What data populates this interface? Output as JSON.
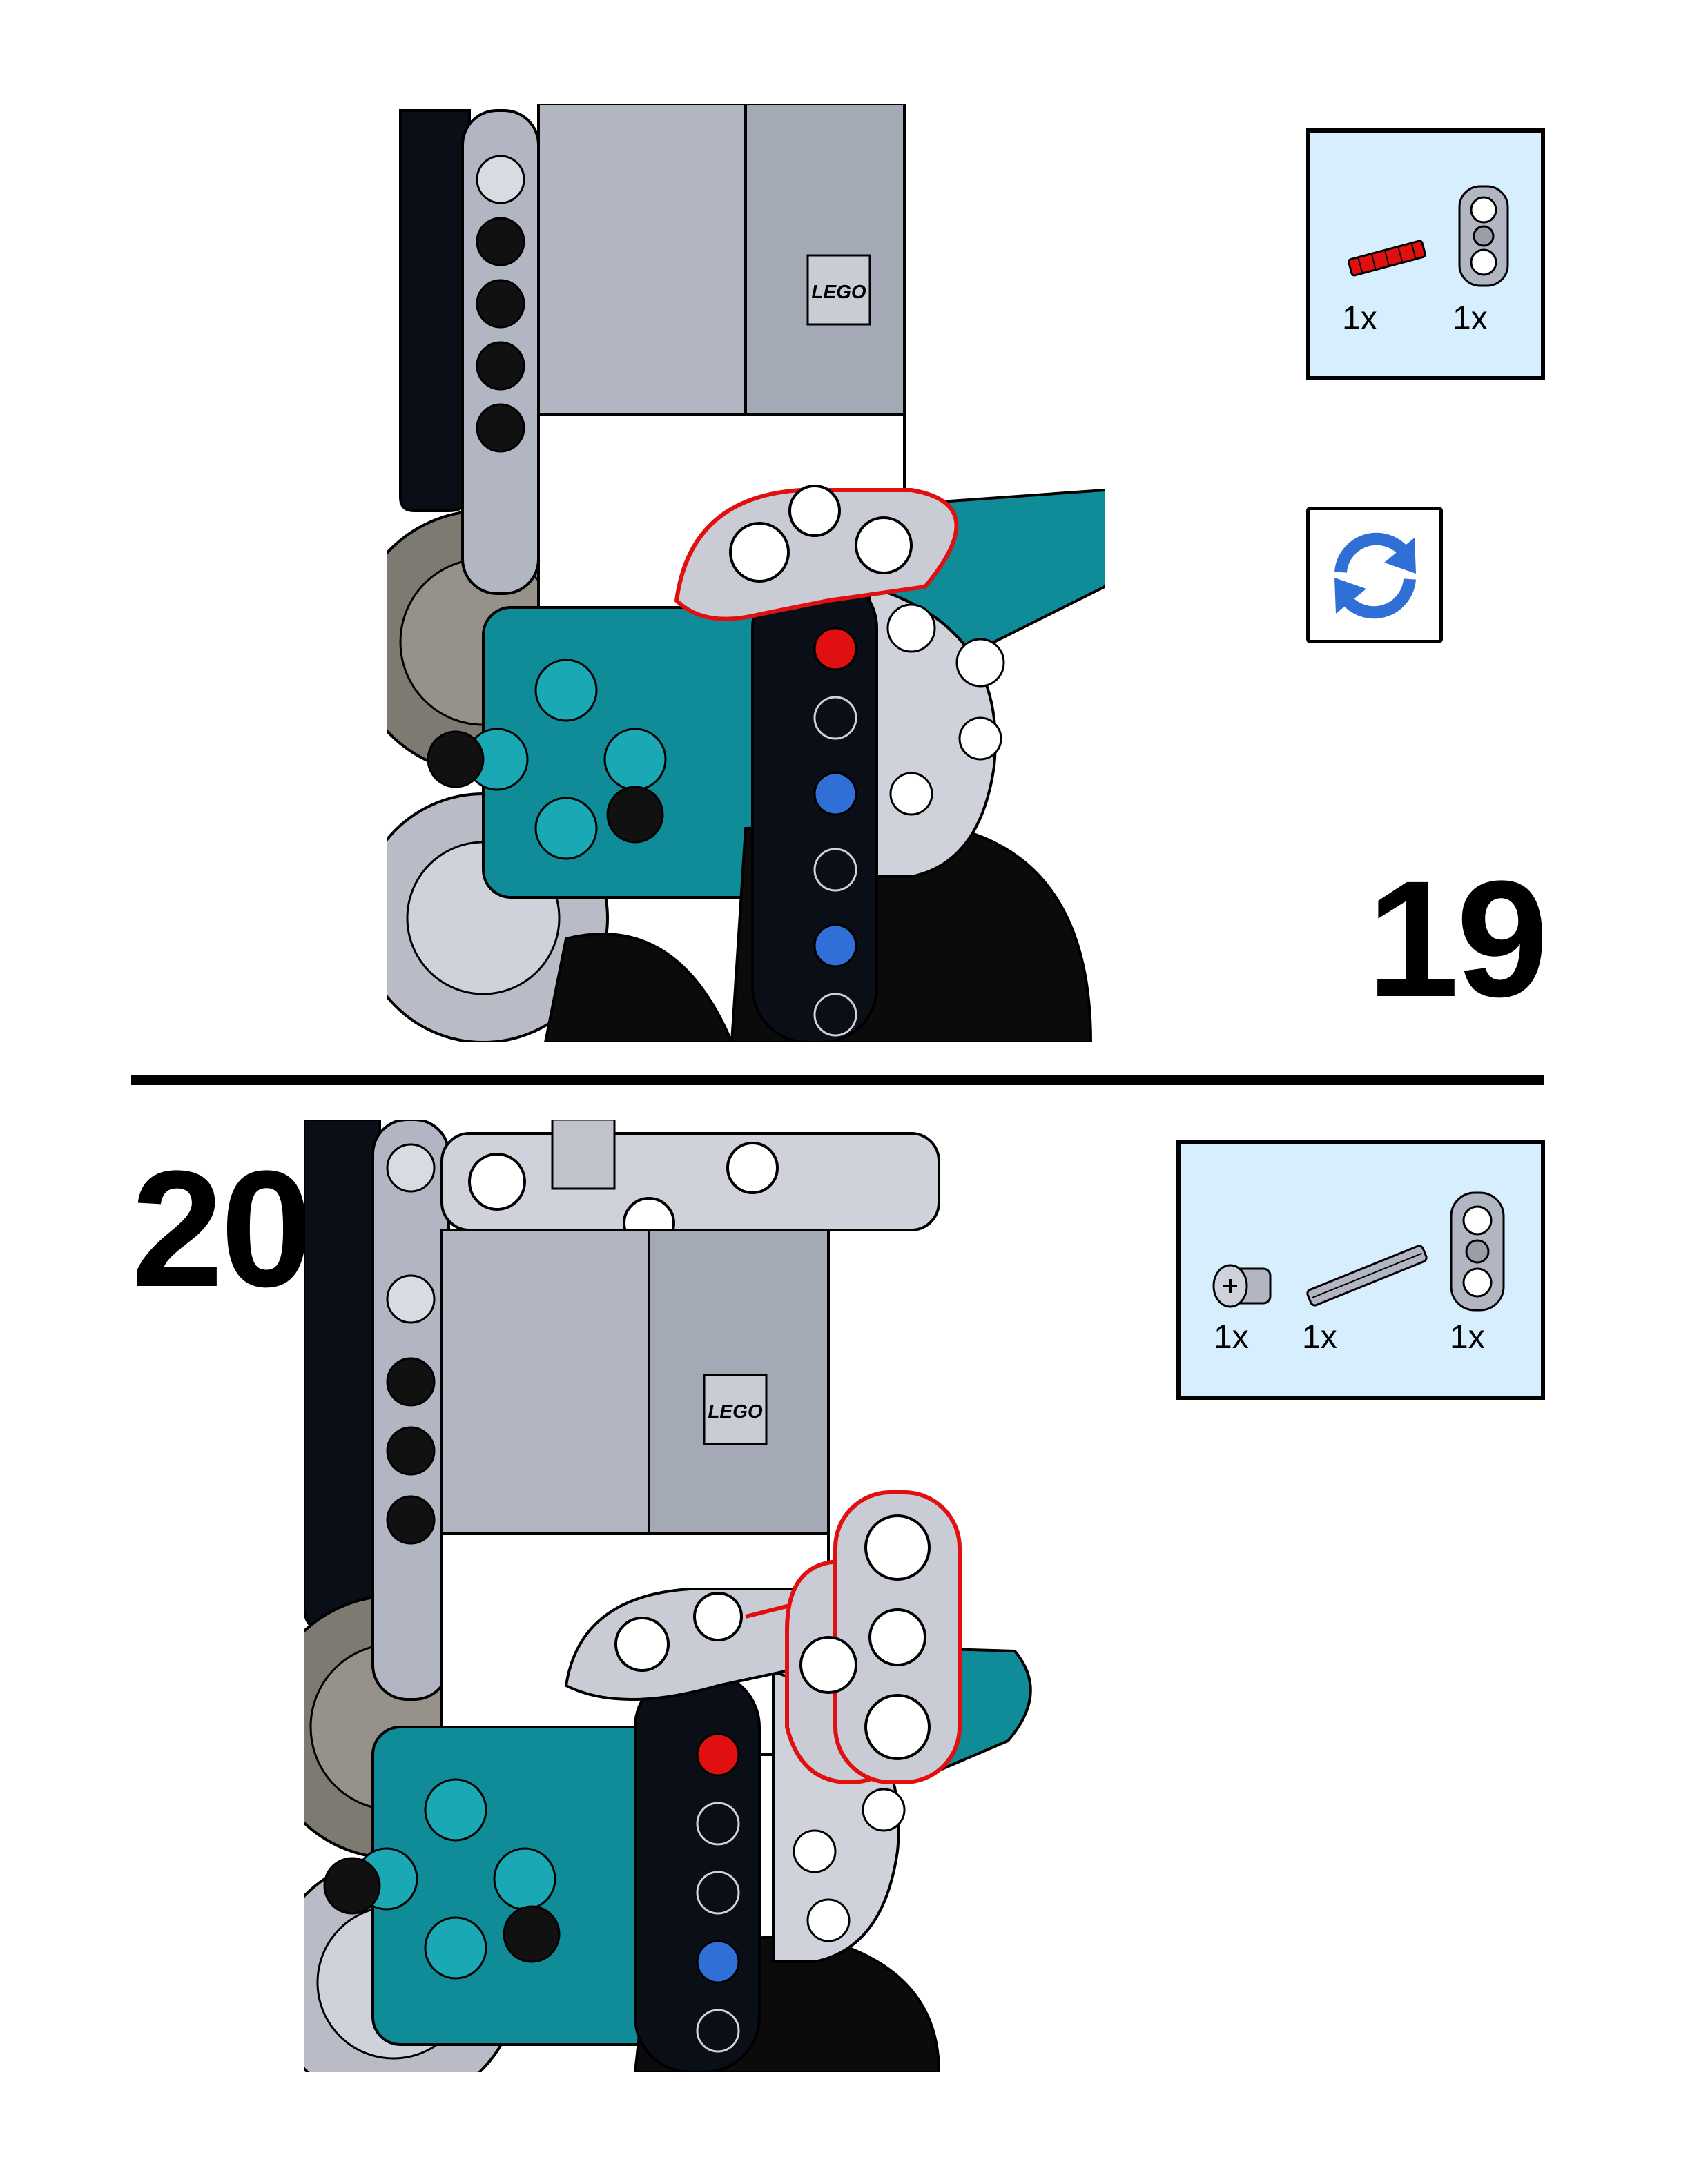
{
  "colors": {
    "callout_bg": "#d6eefd",
    "teal": "#0f8c98",
    "light_gray": "#b2b6c2",
    "highlight_red": "#e01010",
    "rotate_blue": "#2f6fd6",
    "beam_black": "#0a0e16"
  },
  "steps": [
    {
      "number": "19",
      "parts": [
        {
          "icon": "red-axle-icon",
          "qty": "1x"
        },
        {
          "icon": "gray-connector-block-icon",
          "qty": "1x"
        }
      ],
      "rotate_icon": "rotate-model-icon",
      "brick_logo": "LEGO"
    },
    {
      "number": "20",
      "parts": [
        {
          "icon": "gray-bush-icon",
          "qty": "1x"
        },
        {
          "icon": "gray-axle-icon",
          "qty": "1x"
        },
        {
          "icon": "gray-connector-block-icon",
          "qty": "1x"
        }
      ],
      "brick_logo": "LEGO"
    }
  ]
}
